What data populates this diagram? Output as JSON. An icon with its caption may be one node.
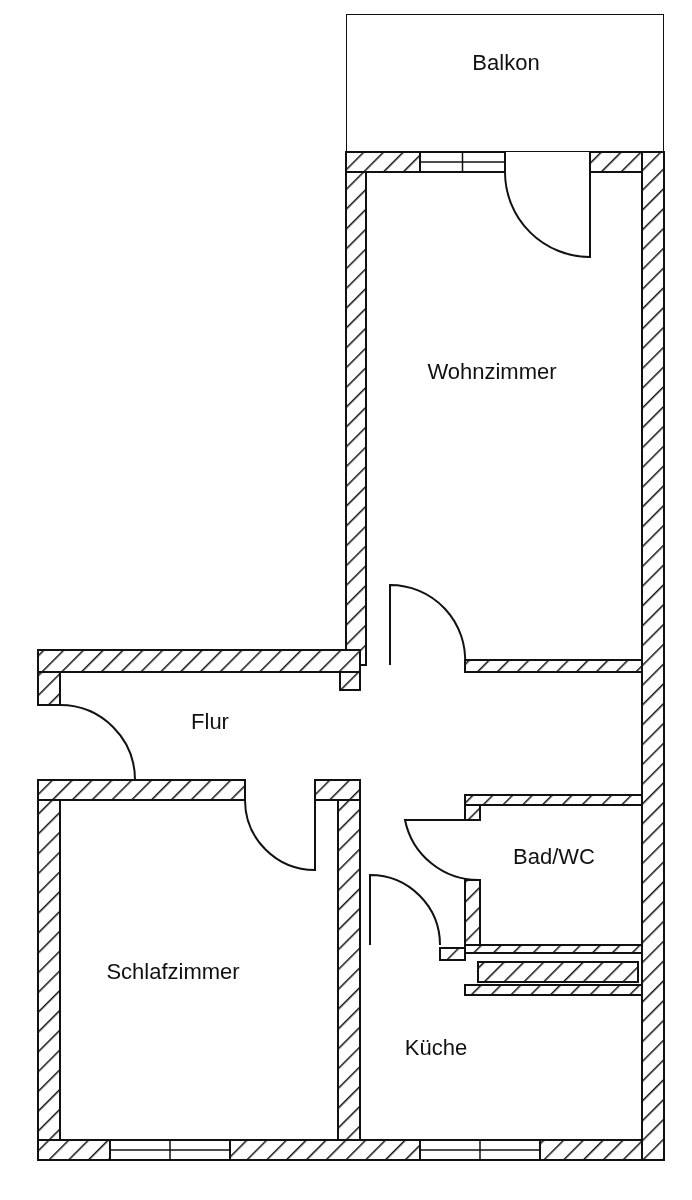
{
  "diagram": {
    "nodes": [
      {
        "text": [
          "Balkon"
        ]
      },
      {
        "text": [
          "Wohnzimmer"
        ]
      },
      {
        "text": [
          "Flur"
        ]
      },
      {
        "text": [
          "Bad/WC"
        ]
      },
      {
        "text": [
          "Schlafzimmer"
        ]
      },
      {
        "text": [
          "Küche"
        ]
      }
    ]
  }
}
